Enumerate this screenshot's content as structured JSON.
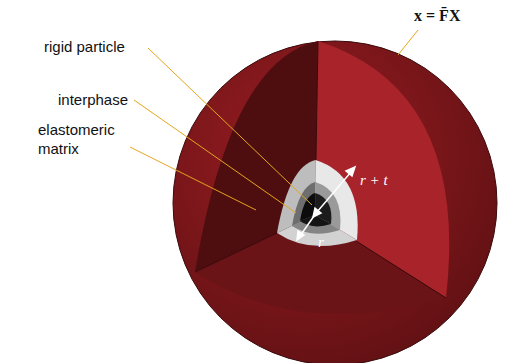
{
  "diagram": {
    "labels": [
      "rigid particle",
      "interphase",
      "elastomeric matrix",
      "r + t",
      "r",
      "x = F̄X"
    ]
  }
}
